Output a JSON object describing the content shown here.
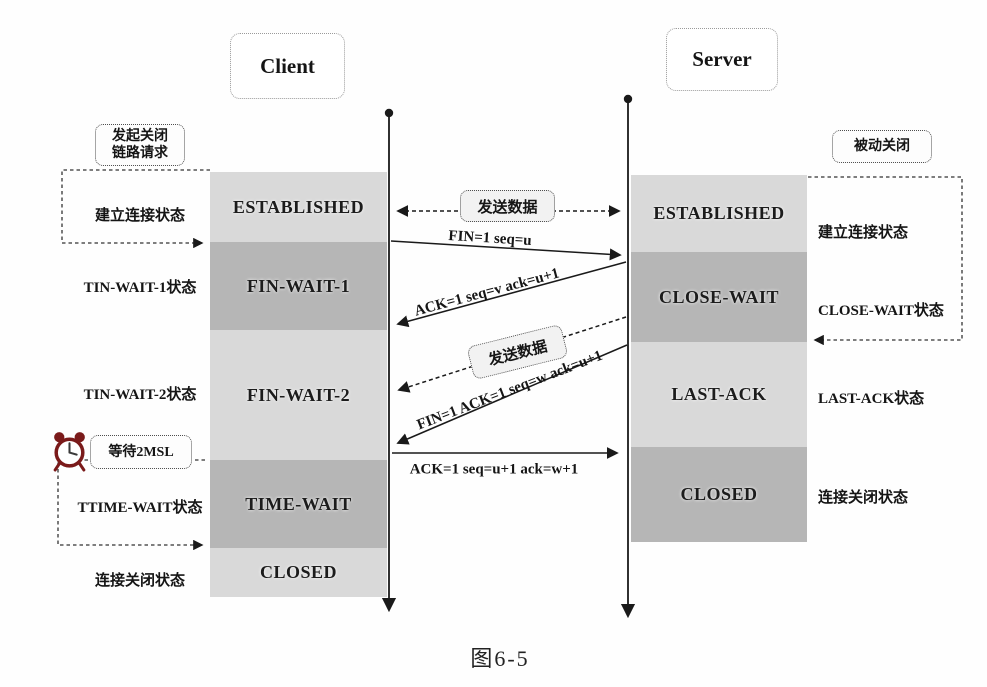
{
  "figure": {
    "caption": "图6-5"
  },
  "actors": {
    "client": "Client",
    "server": "Server"
  },
  "notes": {
    "initiate_line1": "发起关闭",
    "initiate_line2": "链路请求",
    "passive_close": "被动关闭",
    "wait_2msl": "等待2MSL",
    "send_data_1": "发送数据",
    "send_data_2": "发送数据"
  },
  "client_states": [
    {
      "name": "ESTABLISHED",
      "side_label": "建立连接状态"
    },
    {
      "name": "FIN-WAIT-1",
      "side_label": "TIN-WAIT-1状态"
    },
    {
      "name": "FIN-WAIT-2",
      "side_label": "TIN-WAIT-2状态"
    },
    {
      "name": "TIME-WAIT",
      "side_label": "TTIME-WAIT状态"
    },
    {
      "name": "CLOSED",
      "side_label": "连接关闭状态"
    }
  ],
  "server_states": [
    {
      "name": "ESTABLISHED",
      "side_label": "建立连接状态"
    },
    {
      "name": "CLOSE-WAIT",
      "side_label": "CLOSE-WAIT状态"
    },
    {
      "name": "LAST-ACK",
      "side_label": "LAST-ACK状态"
    },
    {
      "name": "CLOSED",
      "side_label": "连接关闭状态"
    }
  ],
  "messages": {
    "fin": "FIN=1 seq=u",
    "ack": "ACK=1 seq=v ack=u+1",
    "fin_ack": "FIN=1 ACK=1 seq=w ack=u+1",
    "last_ack": "ACK=1 seq=u+1  ack=w+1"
  },
  "colors": {
    "light_gray": "#d9d9d9",
    "dark_gray": "#b6b6b6",
    "clock_red": "#7a1a1a"
  }
}
